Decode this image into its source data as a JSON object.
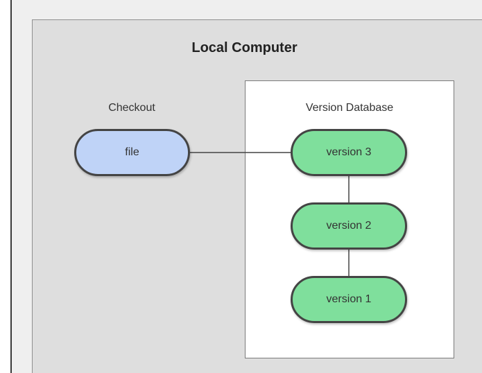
{
  "diagram": {
    "title": "Local Computer",
    "checkout_label": "Checkout",
    "database_label": "Version Database",
    "file_node": {
      "label": "file",
      "color": "#bfd3f7"
    },
    "versions": [
      {
        "label": "version 3",
        "color": "#7fdf9c"
      },
      {
        "label": "version 2",
        "color": "#7fdf9c"
      },
      {
        "label": "version 1",
        "color": "#7fdf9c"
      }
    ]
  }
}
